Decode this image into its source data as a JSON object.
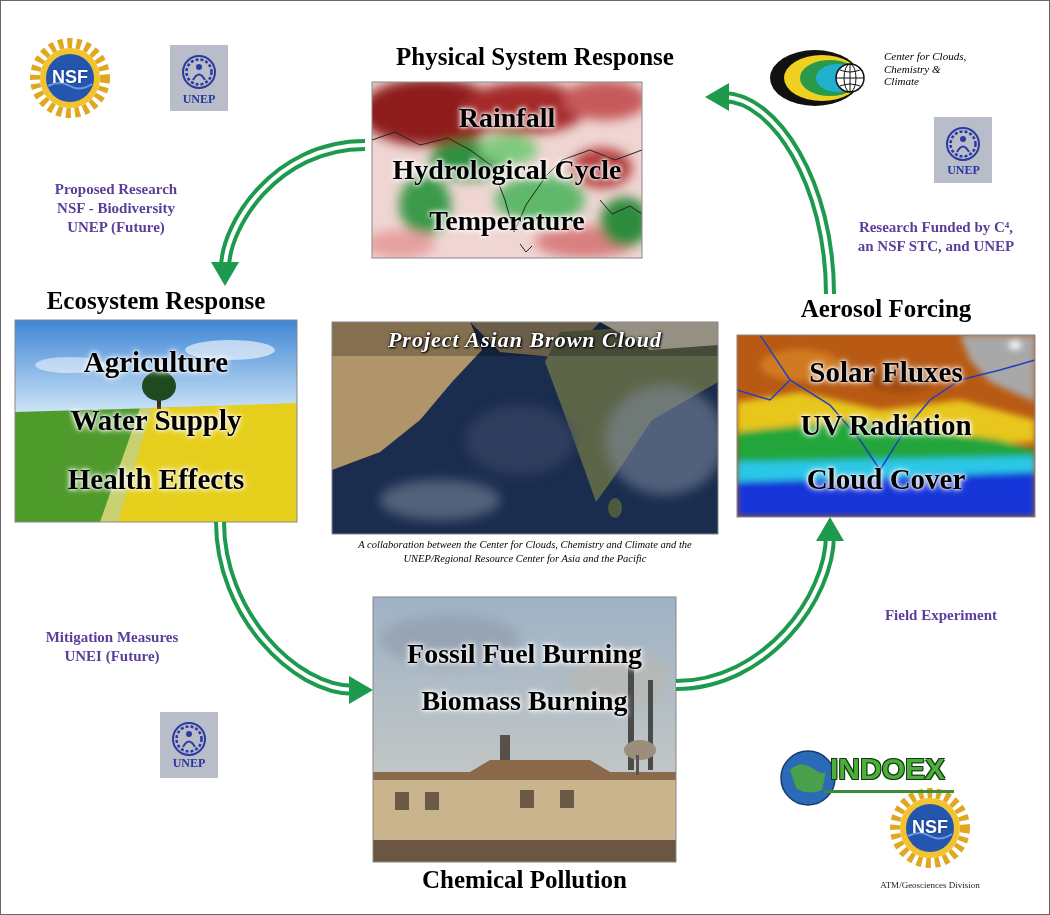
{
  "diagram": {
    "nodes": [
      {
        "text": [
          "Physical System Response",
          "Rainfall",
          "Hydrological Cycle",
          "Temperature"
        ]
      },
      {
        "text": [
          "Ecosystem Response",
          "Agriculture",
          "Water Supply",
          "Health Effects"
        ]
      },
      {
        "text": [
          "Project Asian Brown Cloud",
          "A collaboration between the Center for Clouds, Chemistry and Climate and the UNEP/Regional Resource Center for Asia and the Pacific"
        ]
      },
      {
        "text": [
          "Aerosol Forcing",
          "Solar Fluxes",
          "UV Radiation",
          "Cloud Cover"
        ]
      },
      {
        "text": [
          "Fossil Fuel Burning",
          "Biomass Burning",
          "Chemical Pollution"
        ]
      }
    ],
    "edges": [
      {
        "from": 0,
        "to": 1,
        "arrow": "to",
        "label": "Proposed Research NSF - Biodiversity UNEP (Future)"
      },
      {
        "from": 1,
        "to": 4,
        "arrow": "to",
        "label": "Mitigation Measures UNEI (Future)"
      },
      {
        "from": 4,
        "to": 3,
        "arrow": "to",
        "label": "Field Experiment"
      },
      {
        "from": 3,
        "to": 0,
        "arrow": "to",
        "label": "Research Funded by C⁴, an NSF STC, and UNEP"
      }
    ],
    "labels": [
      "NSF",
      "UNEP",
      "Center for Clouds, Chemistry & Climate",
      "UNEP",
      "UNEP",
      "INDOEX",
      "NSF",
      "ATM/Geosciences Division"
    ]
  }
}
